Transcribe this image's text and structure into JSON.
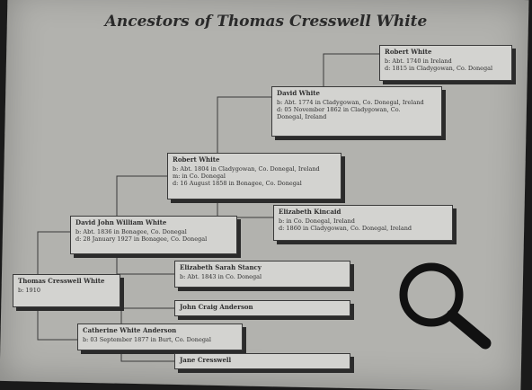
{
  "title": "Ancestors of Thomas Cresswell White",
  "people": [
    {
      "id": "p1",
      "name": "Robert White",
      "lines": [
        "b: Abt. 1740 in Ireland",
        "d: 1815 in Cladygowan, Co. Donegal"
      ]
    },
    {
      "id": "p2",
      "name": "David White",
      "lines": [
        "b: Abt. 1774 in Cladygowan, Co. Donegal, Ireland",
        "d: 05 November 1862 in Cladygowan, Co.",
        "Donegal, Ireland"
      ]
    },
    {
      "id": "p3",
      "name": "Robert White",
      "lines": [
        "b: Abt. 1804 in Cladygowan, Co. Donegal, Ireland",
        "m: in Co. Donegal",
        "d: 16 August 1858 in Bonagee, Co. Donegal"
      ]
    },
    {
      "id": "p4",
      "name": "Elizabeth Kincaid",
      "lines": [
        "b: in Co. Donegal, Ireland",
        "d: 1860 in Cladygowan, Co. Donegal, Ireland"
      ]
    },
    {
      "id": "p5",
      "name": "David John William White",
      "lines": [
        "b: Abt. 1836 in Bonagee, Co. Donegal",
        "d: 28 January 1927 in Bonagee, Co. Donegal"
      ]
    },
    {
      "id": "p6",
      "name": "Elizabeth Sarah Stancy",
      "lines": [
        "b: Abt. 1843 in Co. Donegal"
      ]
    },
    {
      "id": "p7",
      "name": "Thomas Cresswell White",
      "lines": [
        "b: 1910"
      ]
    },
    {
      "id": "p8",
      "name": "John Craig Anderson",
      "lines": []
    },
    {
      "id": "p9",
      "name": "Catherine White Anderson",
      "lines": [
        "b: 03 September 1877 in Burt, Co. Donegal"
      ]
    },
    {
      "id": "p10",
      "name": "Jane Cresswell",
      "lines": []
    }
  ],
  "icons": {
    "zoom": "magnifier-icon"
  }
}
